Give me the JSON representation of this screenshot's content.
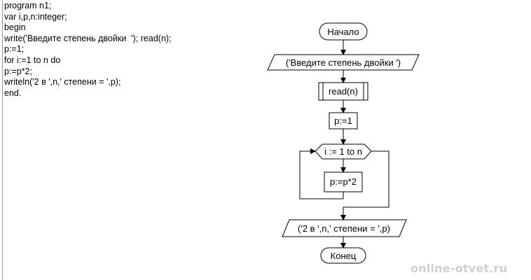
{
  "code": {
    "lines": [
      "program n1;",
      "var i,p,n:integer;",
      "begin",
      "write('Введите степень двойки  '); read(n);",
      "p:=1;",
      "for i:=1 to n do",
      "p:=p*2;",
      "writeln('2 в ',n,' степени = ',p);",
      "end."
    ]
  },
  "flowchart": {
    "start": "Начало",
    "input_prompt": "('Введите степень двойки  ')",
    "read": "read(n)",
    "init": "p:=1",
    "loop": "i := 1 to n",
    "body": "p:=p*2",
    "output": "('2 в ',n,' степени = ',p)",
    "end": "Конец"
  },
  "watermark": "online-otvet.ru"
}
